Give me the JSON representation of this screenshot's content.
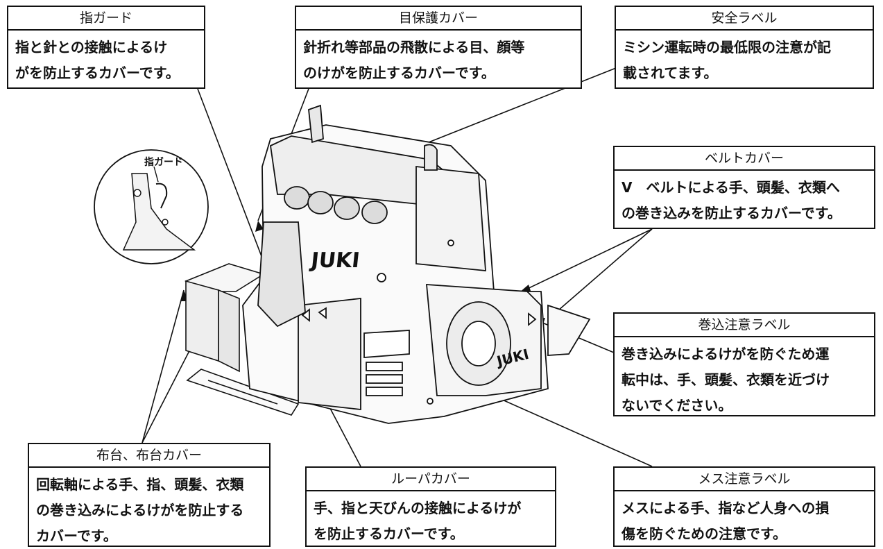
{
  "callouts": {
    "finger_guard": {
      "title": "指ガード",
      "body": "指と針との接触によるけ\nがを防止するカバーです。"
    },
    "eye_guard": {
      "title": "目保護カバー",
      "body": "針折れ等部品の飛散による目、顔等\nのけがを防止するカバーです。"
    },
    "safety_label": {
      "title": "安全ラベル",
      "body": "ミシン運転時の最低限の注意が記\n載されてます。"
    },
    "belt_cover": {
      "title": "ベルトカバー",
      "body": "V　ベルトによる手、頭髪、衣類へ\nの巻き込みを防止するカバーです。"
    },
    "winding_label": {
      "title": "巻込注意ラベル",
      "body": "巻き込みによるけがを防ぐため運\n転中は、手、頭髪、衣類を近づけ\nないでください。"
    },
    "cloth_plate": {
      "title": "布台、布台カバー",
      "body": "回転軸による手、指、頭髪、衣類\nの巻き込みによるけがを防止する\nカバーです。"
    },
    "looper_cover": {
      "title": "ルーパカバー",
      "body": "手、指と天びんの接触によるけが\nを防止するカバーです。"
    },
    "knife_label": {
      "title": "メス注意ラベル",
      "body": "メスによる手、指など人身への損\n傷を防ぐための注意です。"
    }
  },
  "inset_label": "指ガード",
  "brand_logo": "JUKI",
  "pulley_logo": "JUKI"
}
